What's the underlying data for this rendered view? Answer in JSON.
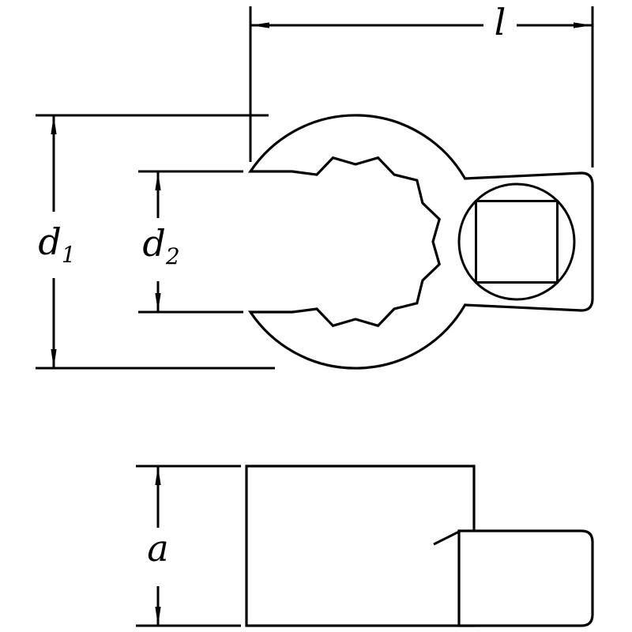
{
  "diagram": {
    "type": "technical-drawing",
    "subject": "crow-foot ring wrench, top view and side view",
    "dimensions": {
      "length": {
        "label": "l"
      },
      "d1": {
        "base": "d",
        "sub": "1"
      },
      "d2": {
        "base": "d",
        "sub": "2"
      },
      "a": {
        "label": "a"
      }
    }
  },
  "colors": {
    "line": "#000000",
    "background": "#ffffff"
  }
}
